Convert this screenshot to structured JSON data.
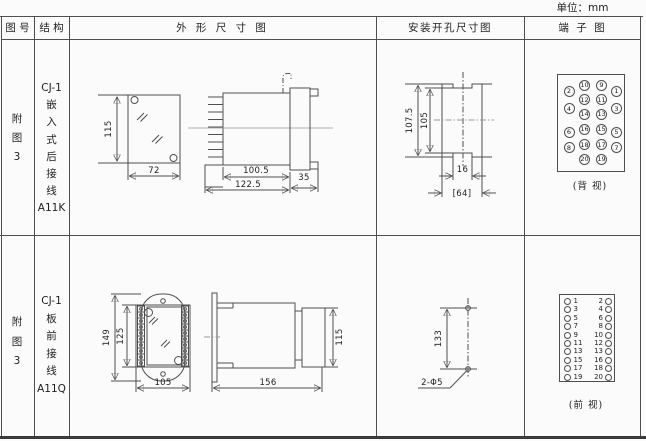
{
  "unit_label": "单位：mm",
  "header": {
    "fig_no": "图 号",
    "structure": "结 构",
    "outline": "外 形 尺 寸 图",
    "mounting": "安装开孔尺寸图",
    "terminal": "端 子 图"
  },
  "rows": [
    {
      "fig_chars": [
        "附",
        "图",
        "3"
      ],
      "structure_lines": [
        "CJ-1",
        "嵌",
        "入",
        "式",
        "后",
        "接",
        "线",
        "A11K"
      ],
      "outline_dims": {
        "front_height": "115",
        "front_width": "72",
        "body_length": "100.5",
        "total_length": "122.5",
        "flange_depth": "35"
      },
      "mounting_dims": {
        "outer_height": "107.5",
        "inner_height": "105",
        "slot_width": "16",
        "overall_width": "[64]"
      },
      "terminal_view_label": "(背 视)"
    },
    {
      "fig_chars": [
        "附",
        "图",
        "3"
      ],
      "structure_lines": [
        "CJ-1",
        "板",
        "前",
        "接",
        "线",
        "A11Q"
      ],
      "outline_dims": {
        "front_height": "149",
        "inner_height": "125",
        "front_width": "105",
        "total_length": "156",
        "rear_height": "115"
      },
      "mounting_dims": {
        "hole_spacing": "133",
        "hole_spec": "2-Φ5"
      },
      "terminal_view_label": "(前 视)"
    }
  ],
  "terminals": {
    "rear": {
      "inner_left": [
        "10",
        "12",
        "14",
        "16",
        "18",
        "20"
      ],
      "inner_right": [
        "9",
        "11",
        "13",
        "15",
        "17",
        "19"
      ],
      "outer_left": [
        "2",
        "4",
        "6",
        "8"
      ],
      "outer_right": [
        "1",
        "3",
        "5",
        "7"
      ]
    },
    "front": {
      "left": [
        "1",
        "3",
        "5",
        "7",
        "9",
        "11",
        "13",
        "15",
        "17",
        "19"
      ],
      "right": [
        "2",
        "4",
        "6",
        "8",
        "10",
        "12",
        "13",
        "16",
        "18",
        "20"
      ]
    }
  }
}
